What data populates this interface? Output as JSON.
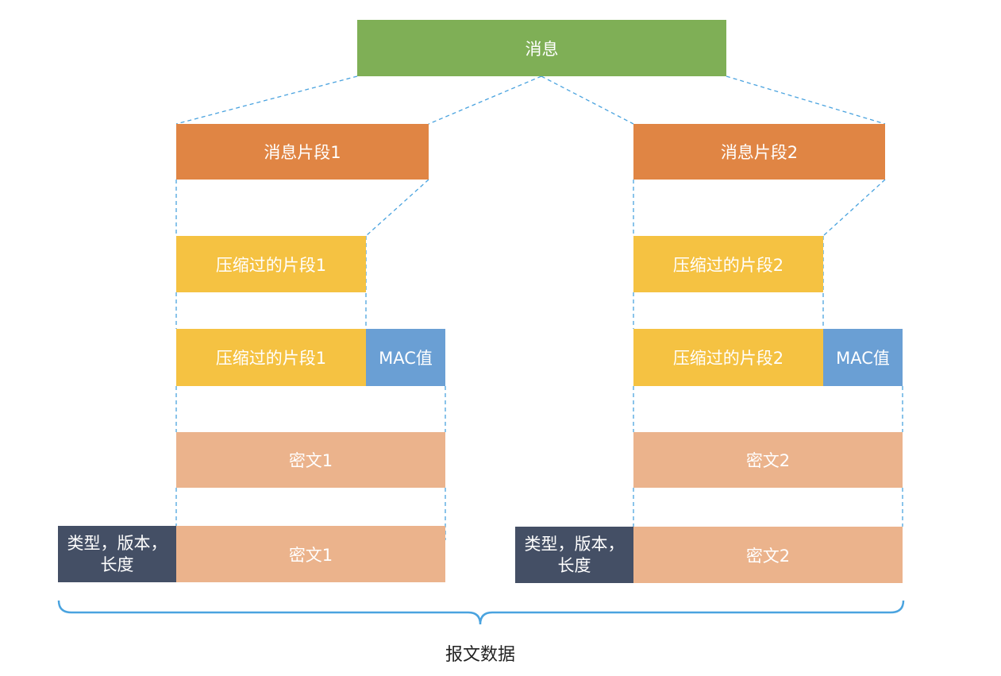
{
  "message": "消息",
  "left": {
    "fragment": "消息片段1",
    "compressed": "压缩过的片段1",
    "compressed_mac": "压缩过的片段1",
    "mac": "MAC值",
    "ciphertext": "密文1",
    "record_header": "类型，版本，长度",
    "record_cipher": "密文1"
  },
  "right": {
    "fragment": "消息片段2",
    "compressed": "压缩过的片段2",
    "compressed_mac": "压缩过的片段2",
    "mac": "MAC值",
    "ciphertext": "密文2",
    "record_header": "类型，版本，长度",
    "record_cipher": "密文2"
  },
  "brace_label": "报文数据",
  "colors": {
    "message": "#7faf56",
    "fragment": "#e08544",
    "compressed": "#f5c242",
    "mac": "#6a9fd4",
    "ciphertext": "#ebb38c",
    "header": "#444f65",
    "connector": "#4aa3df",
    "brace": "#4aa3df"
  }
}
